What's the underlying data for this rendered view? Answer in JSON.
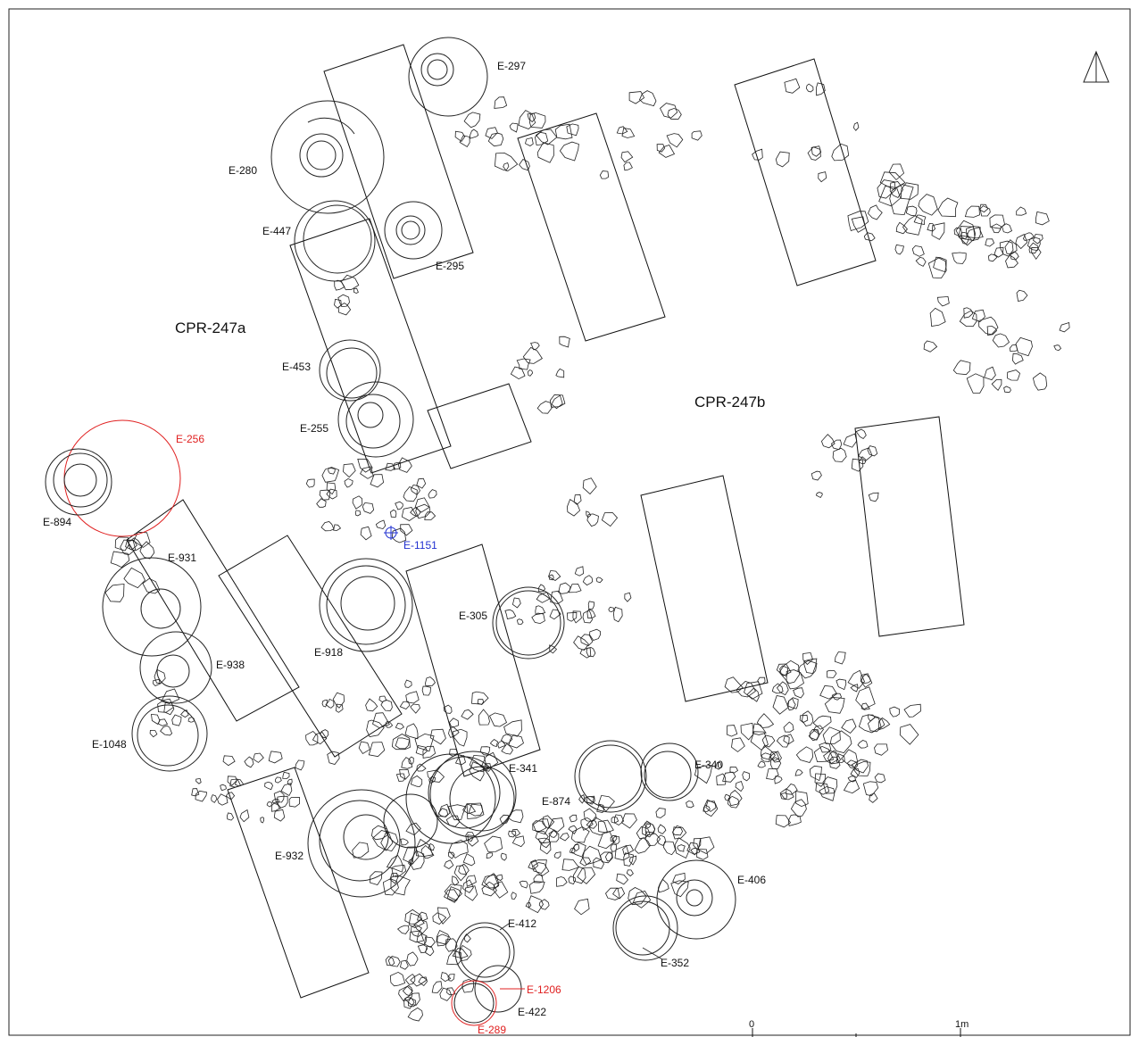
{
  "areas": {
    "west": "CPR-247a",
    "east": "CPR-247b"
  },
  "features": [
    {
      "id": "E-297",
      "color": "#111111"
    },
    {
      "id": "E-280",
      "color": "#111111"
    },
    {
      "id": "E-447",
      "color": "#111111"
    },
    {
      "id": "E-295",
      "color": "#111111"
    },
    {
      "id": "E-453",
      "color": "#111111"
    },
    {
      "id": "E-255",
      "color": "#111111"
    },
    {
      "id": "E-256",
      "color": "#e02020"
    },
    {
      "id": "E-894",
      "color": "#111111"
    },
    {
      "id": "E-1151",
      "color": "#2030d0"
    },
    {
      "id": "E-931",
      "color": "#111111"
    },
    {
      "id": "E-918",
      "color": "#111111"
    },
    {
      "id": "E-305",
      "color": "#111111"
    },
    {
      "id": "E-938",
      "color": "#111111"
    },
    {
      "id": "E-1048",
      "color": "#111111"
    },
    {
      "id": "E-341",
      "color": "#111111"
    },
    {
      "id": "E-874",
      "color": "#111111"
    },
    {
      "id": "E-340",
      "color": "#111111"
    },
    {
      "id": "E-932",
      "color": "#111111"
    },
    {
      "id": "E-406",
      "color": "#111111"
    },
    {
      "id": "E-412",
      "color": "#111111"
    },
    {
      "id": "E-352",
      "color": "#111111"
    },
    {
      "id": "E-1206",
      "color": "#e02020"
    },
    {
      "id": "E-422",
      "color": "#111111"
    },
    {
      "id": "E-289",
      "color": "#e02020"
    }
  ],
  "scale": {
    "start": "0",
    "end": "1m"
  },
  "north_arrow": "north-arrow-icon"
}
